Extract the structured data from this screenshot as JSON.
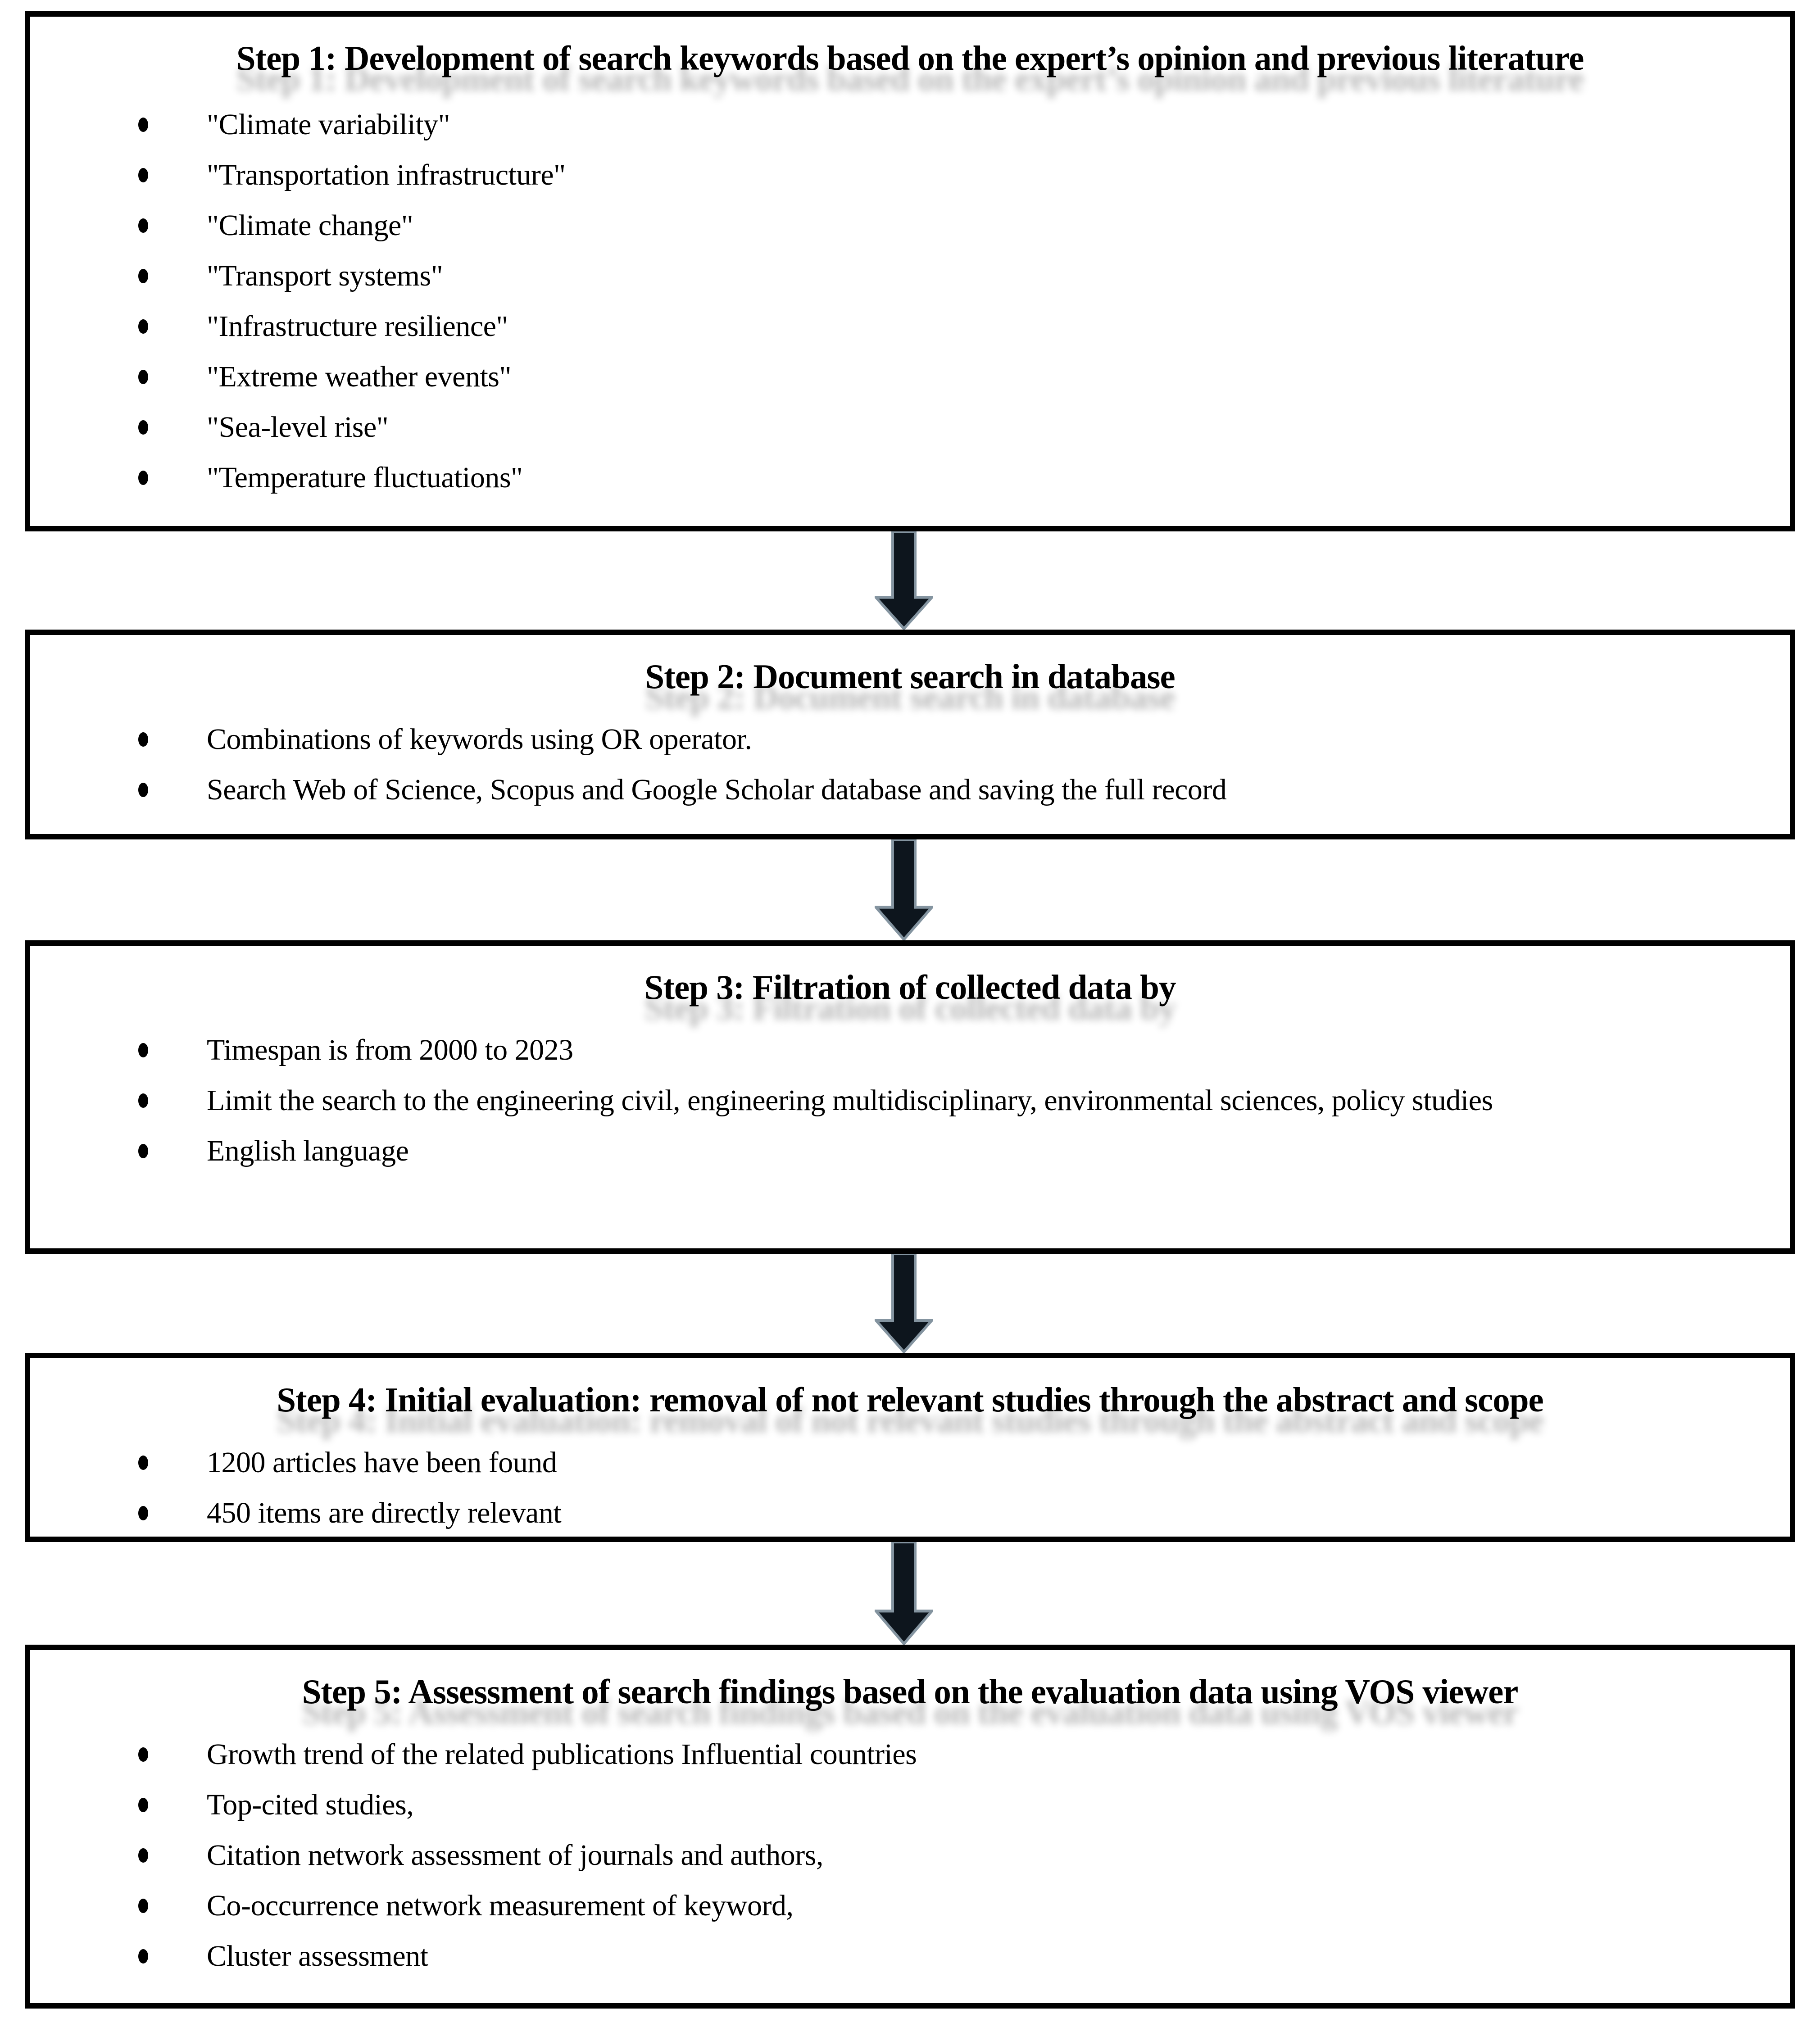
{
  "flowchart": {
    "steps": [
      {
        "title": "Step 1: Development of search keywords based on the expert’s opinion and previous literature",
        "bullets": [
          "\"Climate variability\"",
          "\"Transportation infrastructure\"",
          "\"Climate change\"",
          "\"Transport systems\"",
          "\"Infrastructure resilience\"",
          "\"Extreme weather events\"",
          "\"Sea-level rise\"",
          "\"Temperature fluctuations\""
        ]
      },
      {
        "title": "Step 2: Document search in database",
        "bullets": [
          "Combinations of keywords using OR operator.",
          "Search Web of Science, Scopus and Google Scholar database and saving the full record"
        ]
      },
      {
        "title": "Step 3: Filtration of collected data by",
        "bullets": [
          "Timespan is from 2000 to 2023",
          "Limit the search to the engineering civil, engineering multidisciplinary, environmental sciences, policy studies",
          "English language"
        ]
      },
      {
        "title": "Step 4: Initial evaluation: removal of not relevant studies through the abstract and scope",
        "bullets": [
          "1200 articles have been found",
          "450 items are directly relevant"
        ]
      },
      {
        "title": "Step 5: Assessment of search findings based on the evaluation data using VOS viewer",
        "bullets": [
          "Growth trend of the related publications Influential countries",
          "Top-cited studies,",
          "Citation network assessment of journals and authors,",
          "Co-occurrence network measurement of keyword,",
          "Cluster assessment"
        ]
      }
    ],
    "colors": {
      "background": "#ffffff",
      "border": "#000000",
      "text": "#000000",
      "arrow_fill": "#0d151d",
      "arrow_edge": "#8494a0"
    }
  }
}
